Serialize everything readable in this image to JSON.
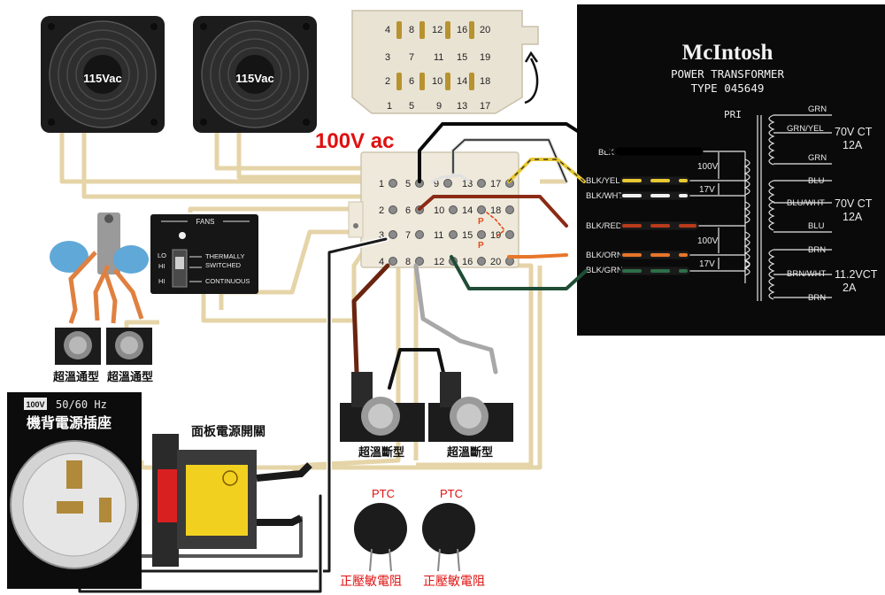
{
  "voltage_label": "100V ac",
  "fans": [
    {
      "label": "115Vac"
    },
    {
      "label": "115Vac"
    }
  ],
  "fan_switch": {
    "title": "FANS",
    "lo": "LO",
    "hi": "HI",
    "thermal": "THERMALLY",
    "switched": "SWITCHED",
    "continuous": "CONTINUOUS"
  },
  "terminal_block": {
    "pins": [
      "1",
      "2",
      "3",
      "4",
      "5",
      "6",
      "7",
      "8",
      "9",
      "10",
      "11",
      "12",
      "13",
      "14",
      "15",
      "16",
      "17",
      "18",
      "19",
      "20"
    ]
  },
  "transformer": {
    "brand": "McIntosh",
    "title": "POWER TRANSFORMER",
    "type": "TYPE 045649",
    "pri": "PRI",
    "secondary_wires": [
      "GRN",
      "GRN/YEL",
      "GRN",
      "BLU",
      "BLU/WHT",
      "BLU",
      "BRN",
      "BRN/WHT",
      "BRN"
    ],
    "primary_wires": [
      "BLK",
      "BLK/YEL",
      "BLK/WHT",
      "BLK/RED",
      "BLK/ORN",
      "BLK/GRN"
    ],
    "tap_labels": [
      "100V",
      "17V",
      "100V",
      "17V"
    ],
    "outputs": [
      {
        "voltage": "70V CT",
        "current": "12A"
      },
      {
        "voltage": "70V CT",
        "current": "12A"
      },
      {
        "voltage": "11.2VCT",
        "current": "2A"
      }
    ]
  },
  "thermal_reset_labels": [
    "超溫通型",
    "超溫通型"
  ],
  "thermal_cutoff_labels": [
    "超溫斷型",
    "超溫斷型"
  ],
  "power_inlet": {
    "badge": "100V",
    "freq": "50/60 Hz",
    "title": "機背電源插座"
  },
  "panel_switch_label": "面板電源開關",
  "ptc": [
    {
      "title": "PTC",
      "label": "正壓敏電阻"
    },
    {
      "title": "PTC",
      "label": "正壓敏電阻"
    }
  ],
  "jumper_marks": [
    "P",
    "P"
  ],
  "colors": {
    "wire_tan": "#e5d4a8",
    "voltage_red": "#e01010",
    "transformer_bg": "#0a0a0a"
  }
}
